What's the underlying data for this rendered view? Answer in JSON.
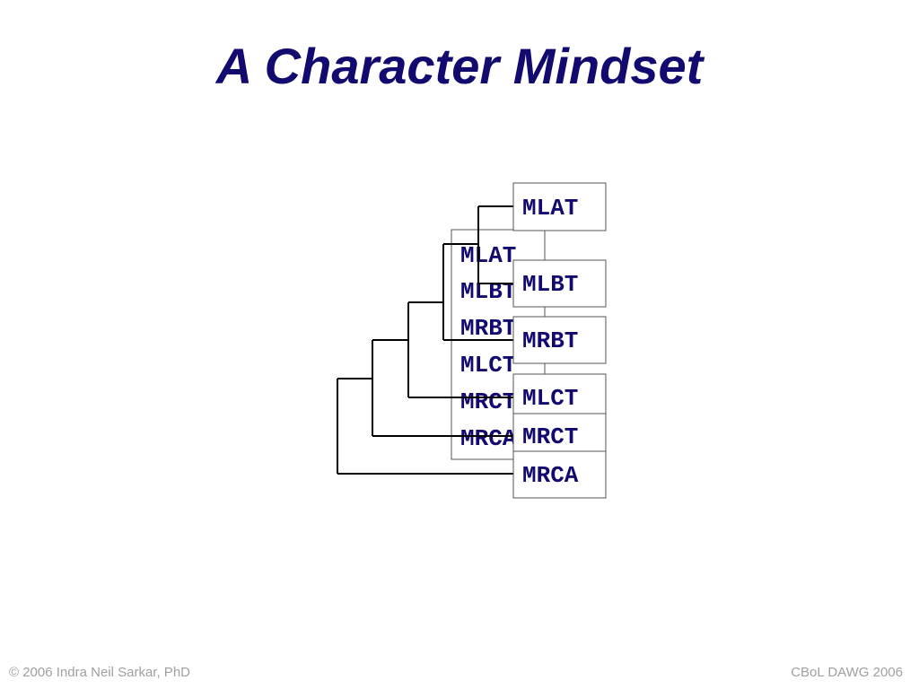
{
  "slide": {
    "title": "A Character Mindset",
    "footer_left": "© 2006 Indra Neil Sarkar, PhD",
    "footer_right": "CBoL DAWG 2006"
  },
  "diagram": {
    "stacked_labels": [
      "MLAT",
      "MLBT",
      "MRBT",
      "MLCT",
      "MRCT",
      "MRCA"
    ],
    "leaf_labels": [
      "MLAT",
      "MLBT",
      "MRBT",
      "MLCT",
      "MRCT",
      "MRCA"
    ]
  }
}
